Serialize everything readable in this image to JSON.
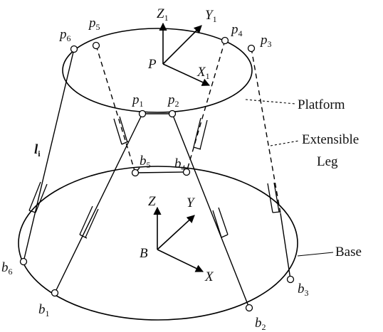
{
  "labels": {
    "platform_frame": {
      "z": "Z",
      "z_sub": "1",
      "y": "Y",
      "y_sub": "1",
      "x": "X",
      "x_sub": "1",
      "origin": "P"
    },
    "base_frame": {
      "z": "Z",
      "y": "Y",
      "x": "X",
      "origin": "B"
    },
    "platform_points": [
      {
        "name": "p",
        "sub": "1"
      },
      {
        "name": "p",
        "sub": "2"
      },
      {
        "name": "p",
        "sub": "3"
      },
      {
        "name": "p",
        "sub": "4"
      },
      {
        "name": "p",
        "sub": "5"
      },
      {
        "name": "p",
        "sub": "6"
      }
    ],
    "base_points": [
      {
        "name": "b",
        "sub": "1"
      },
      {
        "name": "b",
        "sub": "2"
      },
      {
        "name": "b",
        "sub": "3"
      },
      {
        "name": "b",
        "sub": "4"
      },
      {
        "name": "b",
        "sub": "5"
      },
      {
        "name": "b",
        "sub": "6"
      }
    ],
    "leg_length": {
      "name": "l",
      "sub": "i"
    },
    "callouts": {
      "platform": "Platform",
      "extensible_leg_line1": "Extensible",
      "extensible_leg_line2": "Leg",
      "base": "Base"
    }
  },
  "colors": {
    "line": "#000000",
    "background": "#ffffff"
  }
}
